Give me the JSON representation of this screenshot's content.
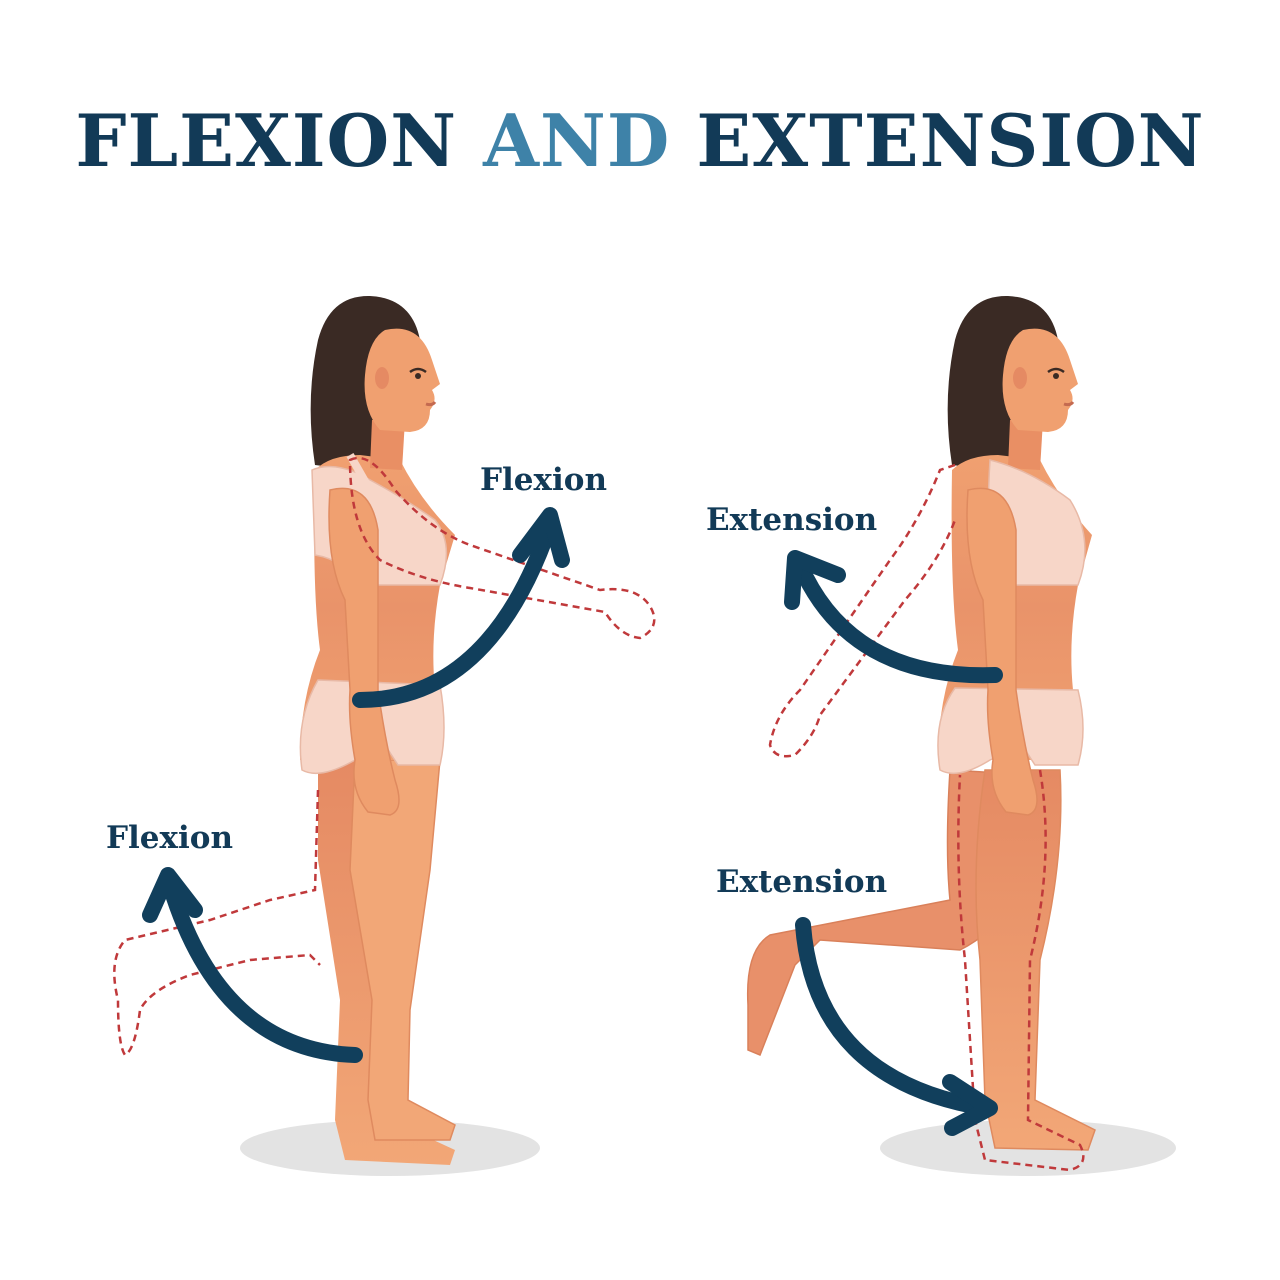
{
  "title": {
    "part1": "FLEXION",
    "part2": "AND",
    "part3": "EXTENSION"
  },
  "labels": {
    "left_arm": "Flexion",
    "left_leg": "Flexion",
    "right_arm": "Extension",
    "right_leg": "Extension"
  },
  "colors": {
    "title_dark": "#123a57",
    "title_accent": "#3e82a8",
    "arrow": "#113f5c",
    "skin": "#f0a070",
    "skin_dark": "#e08661",
    "underwear": "#f7d6c8",
    "hair": "#3a2a24",
    "dashed_outline": "#c0393b",
    "shadow": "#e3e3e3"
  }
}
